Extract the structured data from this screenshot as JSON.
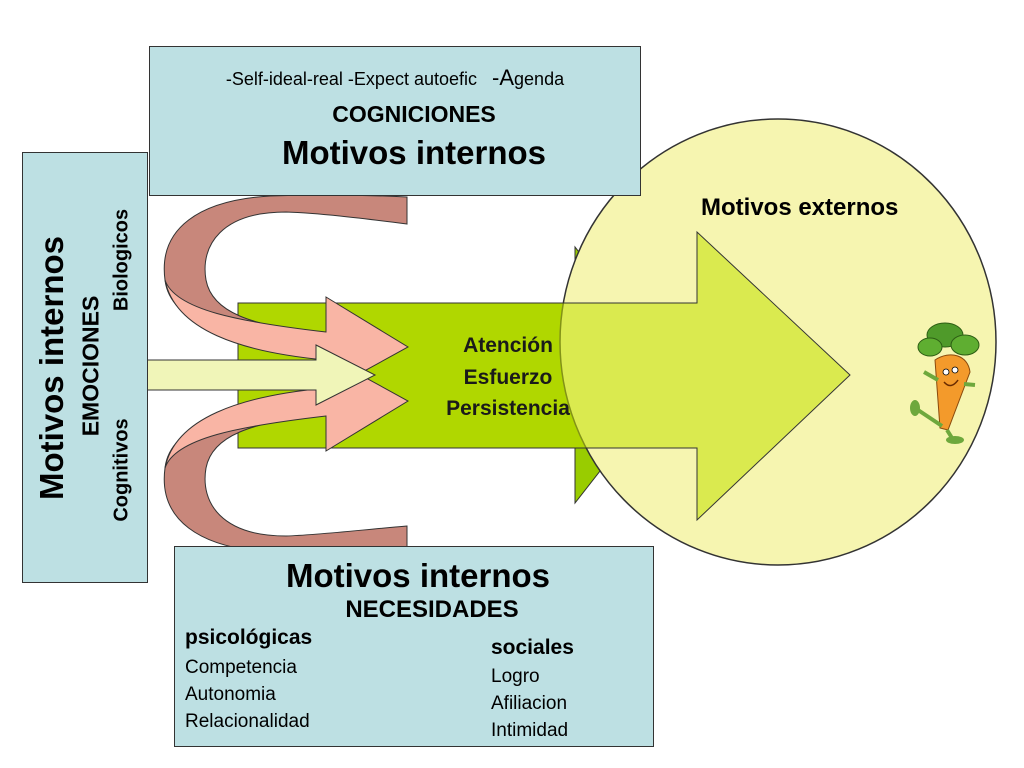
{
  "top_box": {
    "line1_part1": "-Self-ideal-real  -Expect autoefic",
    "line1_part2": "-A",
    "line1_part3": "genda",
    "category": "COGNICIONES",
    "title": "Motivos internos"
  },
  "left_box": {
    "title": "Motivos internos",
    "category": "EMOCIONES",
    "sub_bottom": "Cognitivos",
    "sub_top": "Biologicos"
  },
  "bottom_box": {
    "title": "Motivos internos",
    "category": "NECESIDADES",
    "col1_heading": "psicológicas",
    "col1_items": [
      "Competencia",
      "Autonomia",
      "Relacionalidad"
    ],
    "col2_heading": "sociales",
    "col2_items": [
      "Logro",
      "Afiliacion",
      "Intimidad"
    ]
  },
  "center_arrow": {
    "lines": [
      "Atención",
      "Esfuerzo",
      "Persistencia"
    ]
  },
  "external_circle": {
    "label": "Motivos externos",
    "icon": "carrot-character-icon"
  },
  "colors": {
    "box_fill": "#bde0e3",
    "curved_arrow_fill": "#f9b5a5",
    "curved_arrow_dark": "#c8877b",
    "main_arrow_fill": "#99cc00",
    "big_arrow_fill": "#c2e000",
    "circle_fill": "#f6f5b0",
    "small_arrow_fill": "#f0f5b8"
  }
}
